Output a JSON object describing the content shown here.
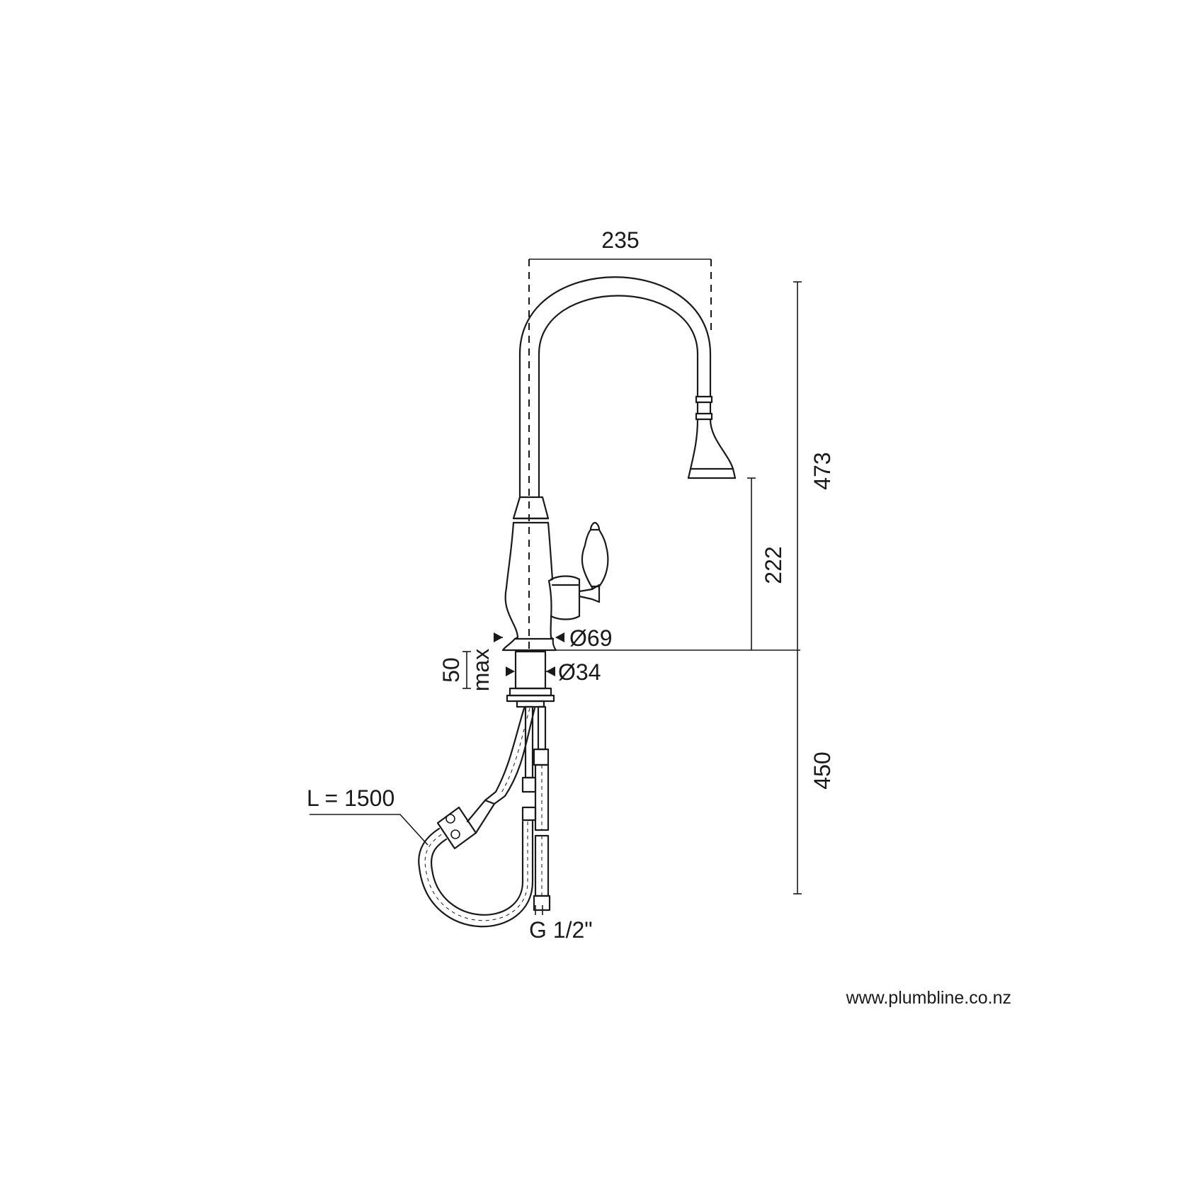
{
  "dimensions": {
    "spout_reach": "235",
    "total_height": "473",
    "outlet_height": "222",
    "base_diameter": "Ø69",
    "shank_diameter": "Ø34",
    "deck_thickness_value": "50",
    "deck_thickness_unit": "max",
    "below_deck_length": "450",
    "hose_length": "L = 1500",
    "connection_thread": "G 1/2\""
  },
  "footer": {
    "website": "www.plumbline.co.nz"
  },
  "colors": {
    "line": "#1a1a1a",
    "background": "#ffffff"
  }
}
